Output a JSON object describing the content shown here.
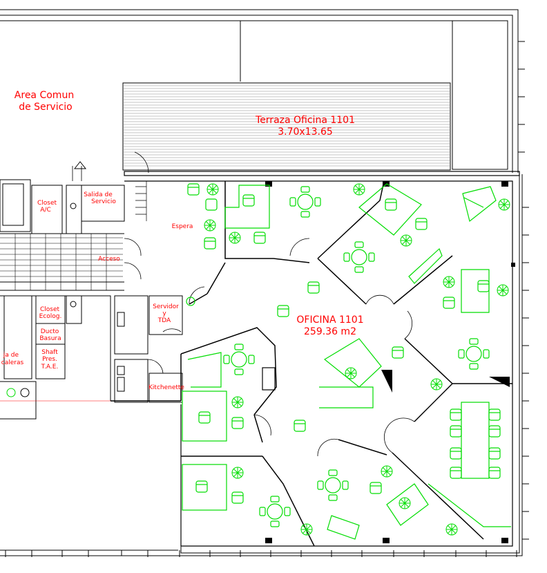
{
  "plan": {
    "title": "Terraza Oficina 1101 floor plan",
    "labels": {
      "area_comun_1": "Area Comun",
      "area_comun_2": "de Servicio",
      "terraza_1": "Terraza Oficina 1101",
      "terraza_2": "3.70x13.65",
      "oficina_1": "OFICINA 1101",
      "oficina_2": "259.36 m2",
      "salida_1": "Salida de",
      "salida_2": "Servicio",
      "closet_ac_1": "Closet",
      "closet_ac_2": "A/C",
      "espera": "Espera",
      "acceso": "Acceso",
      "closet_ecolog_1": "Closet",
      "closet_ecolog_2": "Ecolog.",
      "ducto_1": "Ducto",
      "ducto_2": "Basura",
      "shaft_1": "Shaft",
      "shaft_2": "Pres.",
      "shaft_3": "T.A.E.",
      "escaleras_1": "ja de",
      "escaleras_2": "caleras",
      "servidor_1": "Servidor",
      "servidor_2": "y",
      "servidor_3": "TDA",
      "kitchenette": "Kitchenette"
    },
    "colors": {
      "walls": "#000000",
      "furniture": "#00dd00",
      "labels": "#ff0000"
    }
  }
}
